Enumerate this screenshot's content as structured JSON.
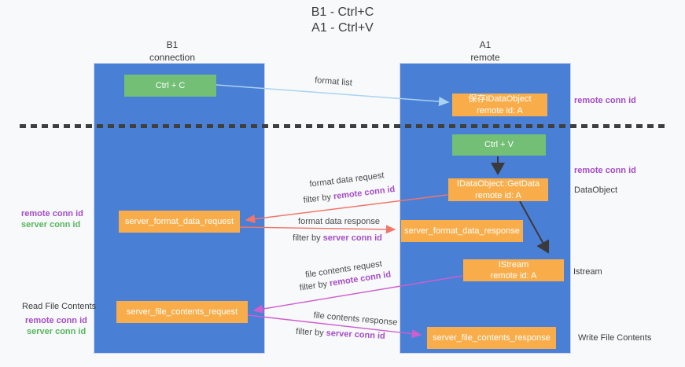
{
  "title": {
    "line1": "B1 - Ctrl+C",
    "line2": "A1 - Ctrl+V"
  },
  "lifelines": {
    "left": {
      "title": "B1",
      "subtitle": "connection"
    },
    "right": {
      "title": "A1",
      "subtitle": "remote"
    }
  },
  "boxes": {
    "ctrl_c": {
      "label": "Ctrl + C"
    },
    "ctrl_v": {
      "label": "Ctrl + V"
    },
    "store_dataobject": {
      "line1": "保存IDataObject",
      "line2": "remote id: A"
    },
    "getdata": {
      "line1": "IDataObject::GetData",
      "line2": "remote id: A"
    },
    "istream": {
      "line1": "IStream",
      "line2": "remote id: A"
    },
    "server_format_data_request": {
      "label": "server_format_data_request"
    },
    "server_format_data_response": {
      "label": "server_format_data_response"
    },
    "server_file_contents_request": {
      "label": "server_file_contents_request"
    },
    "server_file_contents_response": {
      "label": "server_file_contents_response"
    }
  },
  "arrows": {
    "format_list": {
      "label": "format list"
    },
    "format_data_request": {
      "label": "format data request",
      "filter_prefix": "filter by ",
      "filter_value": "remote conn id"
    },
    "format_data_response": {
      "label": "format data response",
      "filter_prefix": "filter by ",
      "filter_value": "server conn id"
    },
    "file_contents_request": {
      "label": "file contents request",
      "filter_prefix": "filter by ",
      "filter_value": "remote conn id"
    },
    "file_contents_response": {
      "label": "file contents response",
      "filter_prefix": "filter by ",
      "filter_value": "server conn id"
    }
  },
  "side_labels": {
    "right_remote_conn_id_top": "remote conn id",
    "right_remote_conn_id_mid": "remote conn id",
    "dataobject": "DataObject",
    "istream": "Istream",
    "write_file_contents": "Write File Contents",
    "left_remote_conn_id_1": "remote conn id",
    "left_server_conn_id_1": "server conn id",
    "read_file_contents": "Read File Contents",
    "left_remote_conn_id_2": "remote conn id",
    "left_server_conn_id_2": "server conn id"
  },
  "colors": {
    "lifeline_blue": "#4a7fd6",
    "box_orange": "#f9ad4a",
    "box_green": "#72bf75",
    "arrow_light_blue": "#a9d3f2",
    "arrow_red": "#f0766b",
    "arrow_magenta": "#cf5ecf",
    "arrow_black": "#3a3a3a",
    "purple_text": "#a44dc8",
    "green_text": "#55b65c"
  }
}
